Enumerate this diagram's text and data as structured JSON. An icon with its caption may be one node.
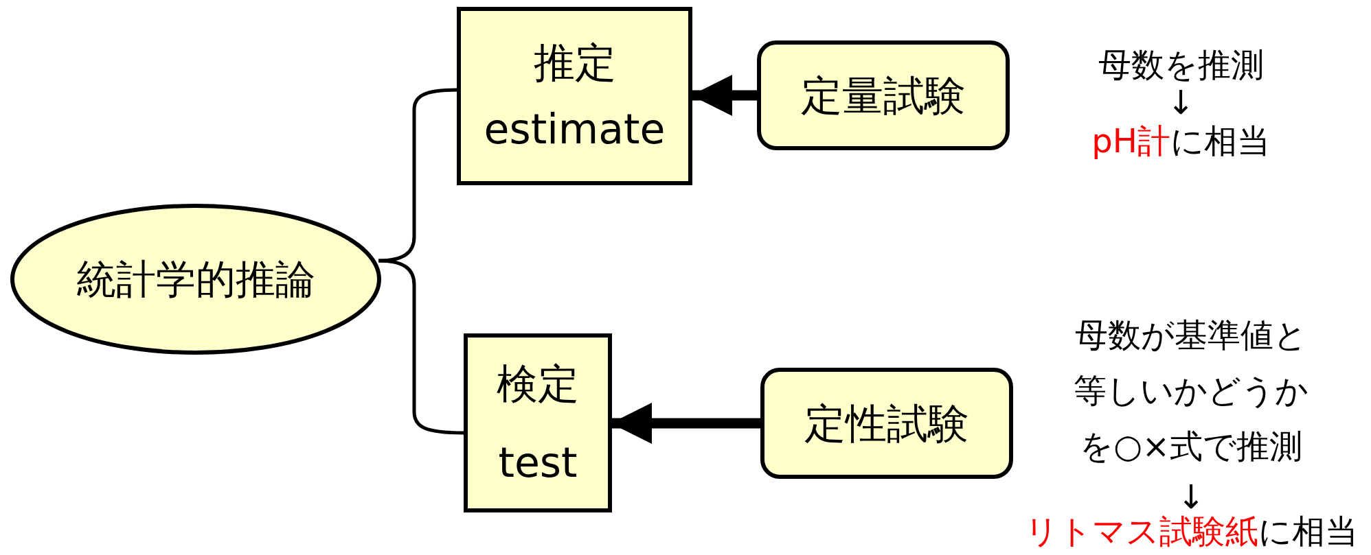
{
  "diagram": {
    "nodes": [
      {
        "text": [
          "統計学的推論"
        ]
      },
      {
        "text": [
          "推定",
          "estimate"
        ]
      },
      {
        "text": [
          "検定",
          "test"
        ]
      },
      {
        "text": [
          "定量試験"
        ]
      },
      {
        "text": [
          "定性試験"
        ]
      }
    ],
    "edges": [
      {
        "from": 0,
        "to": 1,
        "arrow": "none"
      },
      {
        "from": 0,
        "to": 2,
        "arrow": "none"
      },
      {
        "from": 3,
        "to": 1,
        "arrow": "to",
        "style": "thick"
      },
      {
        "from": 4,
        "to": 2,
        "arrow": "to",
        "style": "thick"
      }
    ],
    "labels": [
      "母数を推測",
      "↓",
      "pH計",
      "に相当",
      "母数が基準値と等しいかどうかを○×式で推測",
      "↓",
      "リトマス試験紙",
      "に相当"
    ]
  }
}
